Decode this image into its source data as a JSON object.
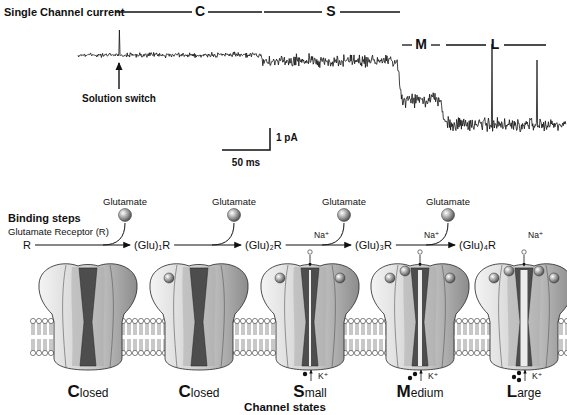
{
  "diagram": {
    "nodes": [
      {
        "text": [
          "R"
        ]
      },
      {
        "text": [
          "(Glu)₁R"
        ]
      },
      {
        "text": [
          "(Glu)₂R"
        ]
      },
      {
        "text": [
          "(Glu)₃R"
        ]
      },
      {
        "text": [
          "(Glu)₄R"
        ]
      }
    ],
    "edges": [
      {
        "from": 0,
        "to": 1,
        "arrow": "to"
      },
      {
        "from": 1,
        "to": 2,
        "arrow": "to"
      },
      {
        "from": 2,
        "to": 3,
        "arrow": "to"
      },
      {
        "from": 3,
        "to": 4,
        "arrow": "to"
      }
    ],
    "labels": [
      "Single Channel current",
      "C",
      "S",
      "M",
      "L",
      "Solution switch",
      "1 pA",
      "50 ms",
      "Binding steps",
      "Glutamate",
      "Glutamate",
      "Glutamate",
      "Glutamate",
      "Glutamate Receptor (R)",
      "Na⁺",
      "Na⁺",
      "Na⁺",
      "K⁺",
      "K⁺",
      "K⁺",
      "Closed",
      "Closed",
      "Small",
      "Medium",
      "Large",
      "Channel states"
    ]
  }
}
